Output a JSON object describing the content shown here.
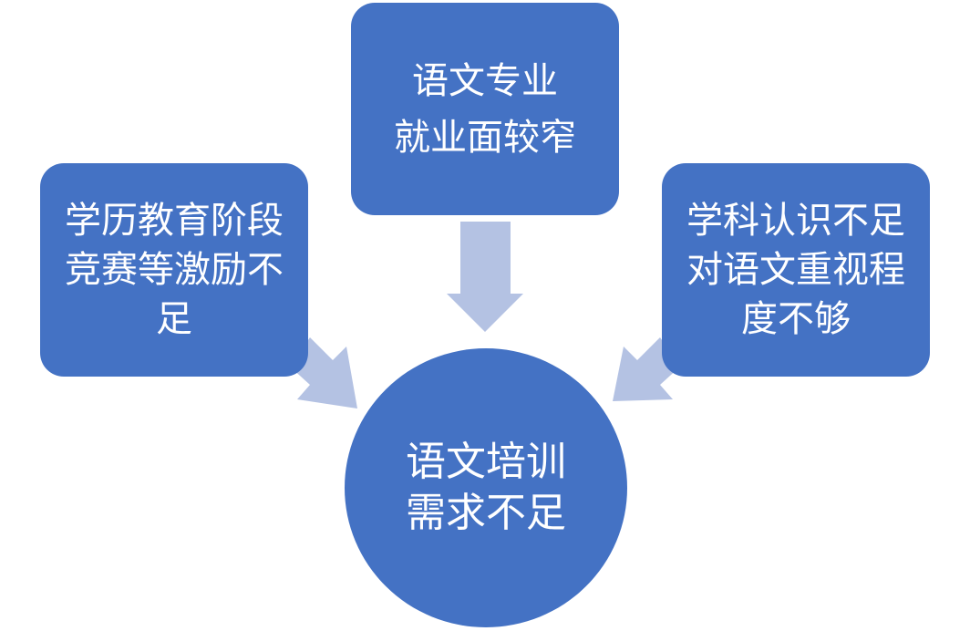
{
  "colors": {
    "shape_fill": "#4472c4",
    "arrow_fill": "#b4c2e3",
    "text": "#ffffff",
    "background": "#ffffff"
  },
  "top_box": {
    "lines": [
      "语文专业",
      "就业面较窄"
    ]
  },
  "left_box": {
    "lines": [
      "学历教育阶段",
      "竞赛等激励不",
      "足"
    ]
  },
  "right_box": {
    "lines": [
      "学科认识不足",
      "对语文重视程",
      "度不够"
    ]
  },
  "center": {
    "lines": [
      "语文培训",
      "需求不足"
    ]
  },
  "arrows": [
    {
      "name": "arrow-top-to-center",
      "direction": "down"
    },
    {
      "name": "arrow-left-to-center",
      "direction": "down-right"
    },
    {
      "name": "arrow-right-to-center",
      "direction": "down-left"
    }
  ]
}
